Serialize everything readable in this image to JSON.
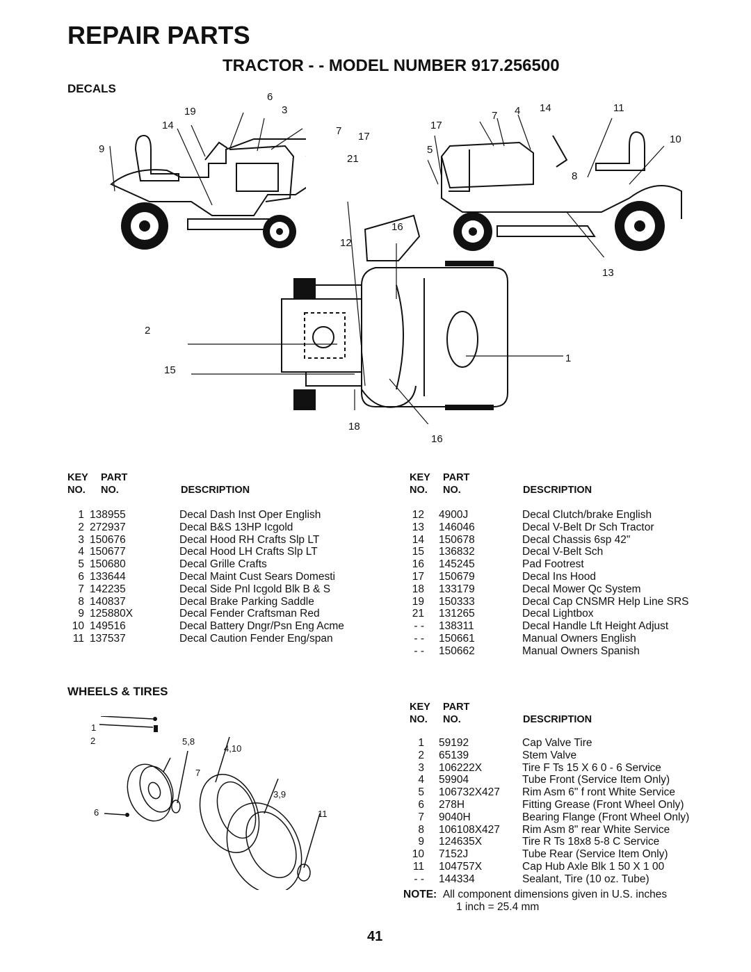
{
  "page": {
    "title": "REPAIR PARTS",
    "subtitle": "TRACTOR - - MODEL NUMBER 917.256500",
    "page_number": "41"
  },
  "decals": {
    "heading": "DECALS",
    "callouts": [
      "19",
      "6",
      "3",
      "7",
      "17",
      "21",
      "14",
      "9",
      "7",
      "4",
      "14",
      "11",
      "17",
      "10",
      "5",
      "8",
      "16",
      "12",
      "13",
      "2",
      "1",
      "15",
      "18",
      "16"
    ],
    "headers": {
      "key1": "KEY",
      "key2": "NO.",
      "part1": "PART",
      "part2": "NO.",
      "desc": "DESCRIPTION"
    },
    "left_rows": [
      {
        "key": "1",
        "part": "138955",
        "desc": "Decal Dash Inst Oper English"
      },
      {
        "key": "2",
        "part": "272937",
        "desc": "Decal B&S 13HP Icgold"
      },
      {
        "key": "3",
        "part": "150676",
        "desc": "Decal Hood RH Crafts Slp LT"
      },
      {
        "key": "4",
        "part": "150677",
        "desc": "Decal Hood LH Crafts Slp LT"
      },
      {
        "key": "5",
        "part": "150680",
        "desc": "Decal Grille Crafts"
      },
      {
        "key": "6",
        "part": "133644",
        "desc": "Decal Maint Cust Sears Domesti"
      },
      {
        "key": "7",
        "part": "142235",
        "desc": "Decal Side Pnl Icgold Blk B & S"
      },
      {
        "key": "8",
        "part": "140837",
        "desc": "Decal Brake Parking Saddle"
      },
      {
        "key": "9",
        "part": "125880X",
        "desc": "Decal Fender Craftsman Red"
      },
      {
        "key": "10",
        "part": "149516",
        "desc": "Decal Battery Dngr/Psn Eng Acme"
      },
      {
        "key": "11",
        "part": "137537",
        "desc": "Decal Caution Fender Eng/span"
      }
    ],
    "right_rows": [
      {
        "key": "12",
        "part": "4900J",
        "desc": "Decal Clutch/brake English"
      },
      {
        "key": "13",
        "part": "146046",
        "desc": "Decal V-Belt Dr Sch Tractor"
      },
      {
        "key": "14",
        "part": "150678",
        "desc": "Decal Chassis 6sp 42\""
      },
      {
        "key": "15",
        "part": "136832",
        "desc": "Decal V-Belt Sch"
      },
      {
        "key": "16",
        "part": "145245",
        "desc": "Pad Footrest"
      },
      {
        "key": "17",
        "part": "150679",
        "desc": "Decal Ins Hood"
      },
      {
        "key": "18",
        "part": "133179",
        "desc": "Decal Mower Qc System"
      },
      {
        "key": "19",
        "part": "150333",
        "desc": "Decal Cap CNSMR Help Line SRS"
      },
      {
        "key": "21",
        "part": "131265",
        "desc": "Decal Lightbox"
      },
      {
        "key": "- -",
        "part": "138311",
        "desc": "Decal Handle Lft Height Adjust"
      },
      {
        "key": "- -",
        "part": "150661",
        "desc": "Manual Owners English"
      },
      {
        "key": "- -",
        "part": "150662",
        "desc": "Manual Owners Spanish"
      }
    ]
  },
  "wheels": {
    "heading": "WHEELS & TIRES",
    "callouts": [
      "1",
      "2",
      "5,8",
      "4,10",
      "7",
      "3,9",
      "6",
      "11"
    ],
    "rows": [
      {
        "key": "1",
        "part": "59192",
        "desc": "Cap Valve Tire"
      },
      {
        "key": "2",
        "part": "65139",
        "desc": "Stem Valve"
      },
      {
        "key": "3",
        "part": "106222X",
        "desc": "Tire F Ts 15 X 6 0 - 6 Service"
      },
      {
        "key": "4",
        "part": "59904",
        "desc": "Tube Front (Service Item Only)"
      },
      {
        "key": "5",
        "part": "106732X427",
        "desc": "Rim Asm 6\" f ront White Service"
      },
      {
        "key": "6",
        "part": "278H",
        "desc": "Fitting Grease (Front Wheel Only)"
      },
      {
        "key": "7",
        "part": "9040H",
        "desc": "Bearing Flange (Front Wheel Only)"
      },
      {
        "key": "8",
        "part": "106108X427",
        "desc": "Rim Asm 8\" rear White Service"
      },
      {
        "key": "9",
        "part": "124635X",
        "desc": "Tire R Ts 18x8 5-8 C Service"
      },
      {
        "key": "10",
        "part": "7152J",
        "desc": "Tube Rear (Service Item Only)"
      },
      {
        "key": "11",
        "part": "104757X",
        "desc": "Cap Hub Axle Blk 1 50 X 1 00"
      },
      {
        "key": "- -",
        "part": "144334",
        "desc": "Sealant, Tire (10 oz. Tube)"
      }
    ]
  },
  "note": {
    "label": "NOTE:",
    "line1": "All component dimensions given in U.S. inches",
    "line2": "1 inch = 25.4 mm"
  }
}
